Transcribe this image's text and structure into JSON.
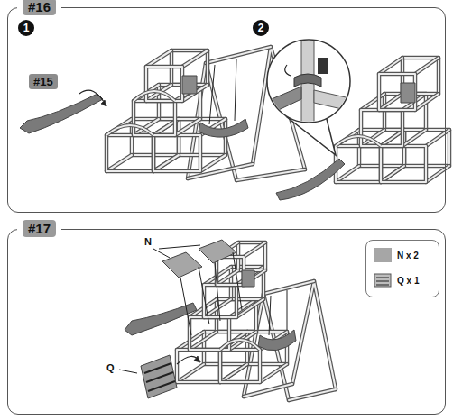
{
  "diagram": {
    "nodes": [
      {
        "text": [
          "#16"
        ]
      },
      {
        "text": [
          "#17"
        ]
      }
    ],
    "labels": [
      "1",
      "2",
      "#15",
      "N",
      "Q"
    ],
    "legend": [
      {
        "text": "N x 2",
        "color": "#a6a6a6"
      },
      {
        "text": "Q x 1"
      }
    ]
  }
}
